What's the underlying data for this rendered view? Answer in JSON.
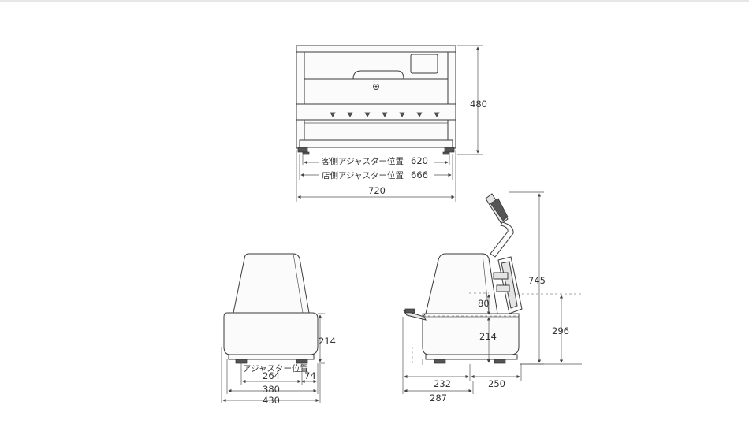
{
  "labels": {
    "customer_adjuster": "客側アジャスター位置",
    "store_adjuster": "店側アジャスター位置",
    "adjuster": "アジャスター位置"
  },
  "dimensions": {
    "front_height": "480",
    "customer_adjuster_width": "620",
    "store_adjuster_width": "666",
    "front_width": "720",
    "side_height": "214",
    "adjuster_spacing": "264",
    "adjuster_offset": "74",
    "base_width": "380",
    "total_depth": "430",
    "right_total_height": "745",
    "right_offset": "80",
    "right_body_height": "214",
    "right_shelf_height": "296",
    "right_base_front": "232",
    "right_base_rear": "250",
    "right_total_depth": "287"
  }
}
